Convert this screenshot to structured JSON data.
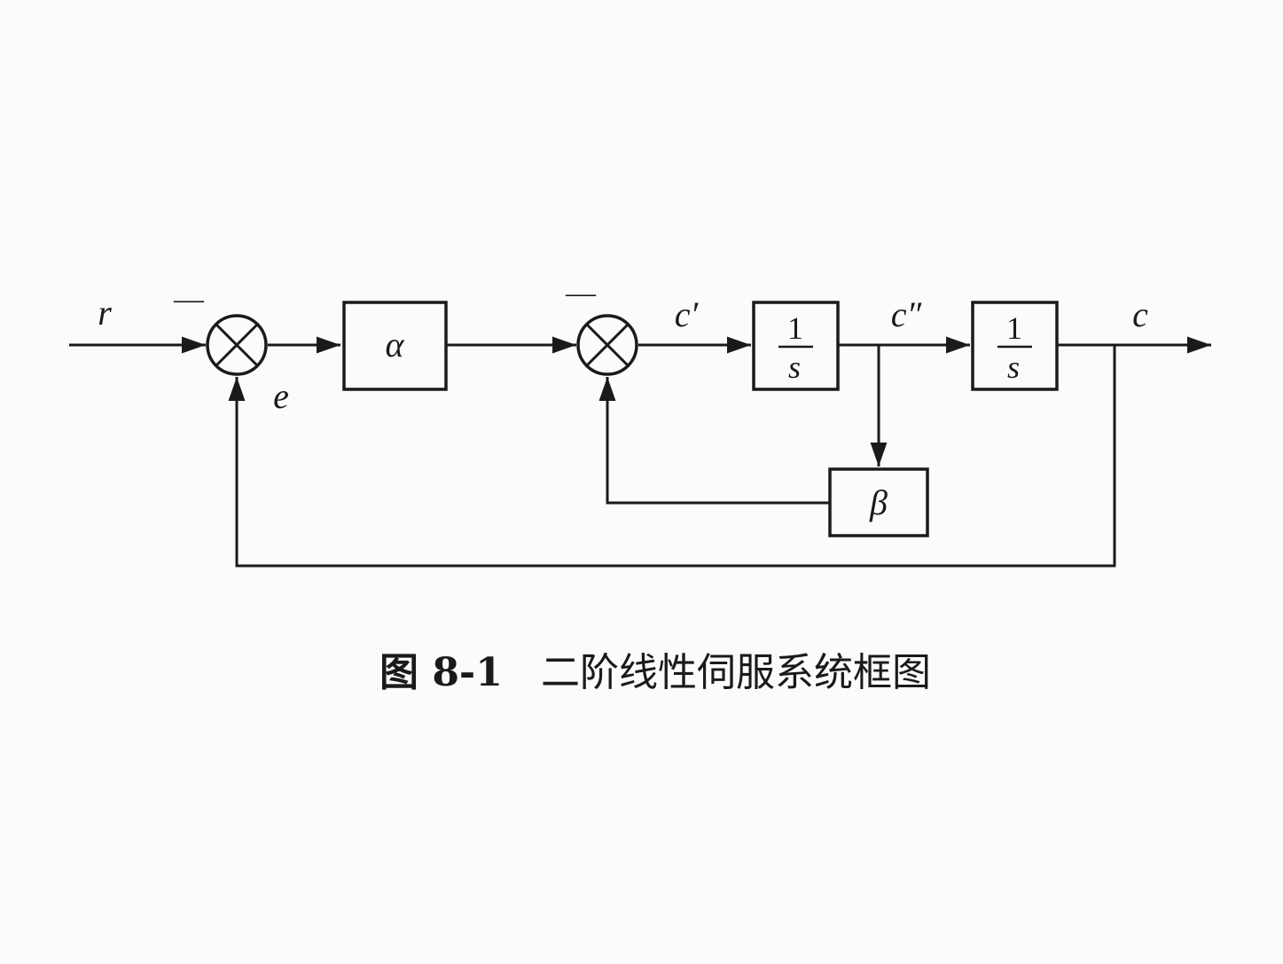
{
  "blocks": {
    "gain_a": "α",
    "integrator1_num": "1",
    "integrator1_den": "s",
    "integrator2_num": "1",
    "integrator2_den": "s",
    "gain_b": "β"
  },
  "signals": {
    "input": "r",
    "error": "e",
    "velocity": "c′",
    "acceleration": "c″",
    "output": "c"
  },
  "sign_marks": {
    "sum1": "—",
    "sum2": "—"
  },
  "caption": {
    "number": "图 8-1",
    "title": "二阶线性伺服系统框图"
  }
}
